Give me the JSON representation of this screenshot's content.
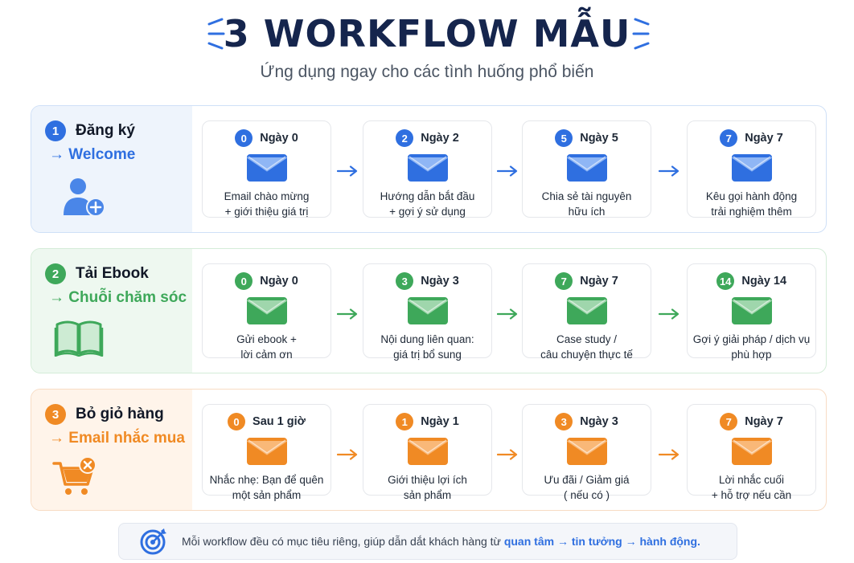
{
  "header": {
    "title": "3 WORKFLOW MẪU",
    "subtitle": "Ứng dụng ngay cho các tình huống phổ biến"
  },
  "colors": {
    "navy": "#15254d",
    "blue": "#2f6fe0",
    "green": "#3ea85a",
    "orange": "#f08a24"
  },
  "workflows": [
    {
      "number": "1",
      "name": "Đăng ký",
      "subtitle": "→ Welcome",
      "icon": "user-add-icon",
      "steps": [
        {
          "badge": "0",
          "day": "Ngày 0",
          "line1": "Email chào mừng",
          "line2": "+ giới thiệu giá trị"
        },
        {
          "badge": "2",
          "day": "Ngày 2",
          "line1": "Hướng dẫn bắt đầu",
          "line2": "+ gợi ý sử dụng"
        },
        {
          "badge": "5",
          "day": "Ngày 5",
          "line1": "Chia sẻ tài nguyên",
          "line2": "hữu ích"
        },
        {
          "badge": "7",
          "day": "Ngày 7",
          "line1": "Kêu gọi hành động",
          "line2": "trải nghiệm thêm"
        }
      ]
    },
    {
      "number": "2",
      "name": "Tải Ebook",
      "subtitle": "→ Chuỗi chăm sóc",
      "icon": "open-book-icon",
      "steps": [
        {
          "badge": "0",
          "day": "Ngày 0",
          "line1": "Gửi ebook +",
          "line2": "lời cảm ơn"
        },
        {
          "badge": "3",
          "day": "Ngày 3",
          "line1": "Nội dung liên quan:",
          "line2": "giá trị bổ sung"
        },
        {
          "badge": "7",
          "day": "Ngày 7",
          "line1": "Case study /",
          "line2": "câu chuyện thực tế"
        },
        {
          "badge": "14",
          "day": "Ngày 14",
          "line1": "Gợi ý giải pháp / dịch vụ",
          "line2": "phù hợp"
        }
      ]
    },
    {
      "number": "3",
      "name": "Bỏ giỏ hàng",
      "subtitle": "→ Email nhắc mua",
      "icon": "cart-remove-icon",
      "steps": [
        {
          "badge": "0",
          "day": "Sau 1 giờ",
          "line1": "Nhắc nhẹ: Bạn để quên",
          "line2": "một sản phẩm"
        },
        {
          "badge": "1",
          "day": "Ngày 1",
          "line1": "Giới thiệu lợi ích",
          "line2": "sản phẩm"
        },
        {
          "badge": "3",
          "day": "Ngày 3",
          "line1": "Ưu đãi / Giảm giá",
          "line2": "( nếu có )"
        },
        {
          "badge": "7",
          "day": "Ngày 7",
          "line1": "Lời nhắc cuối",
          "line2": "+ hỗ trợ nếu cần"
        }
      ]
    }
  ],
  "footer": {
    "icon": "target-icon",
    "text": "Mỗi workflow đều có mục tiêu riêng, giúp dẫn dắt khách hàng từ ",
    "hl1": "quan tâm",
    "sep1": " → ",
    "hl2": "tin tưởng",
    "sep2": " → ",
    "hl3": "hành động."
  }
}
